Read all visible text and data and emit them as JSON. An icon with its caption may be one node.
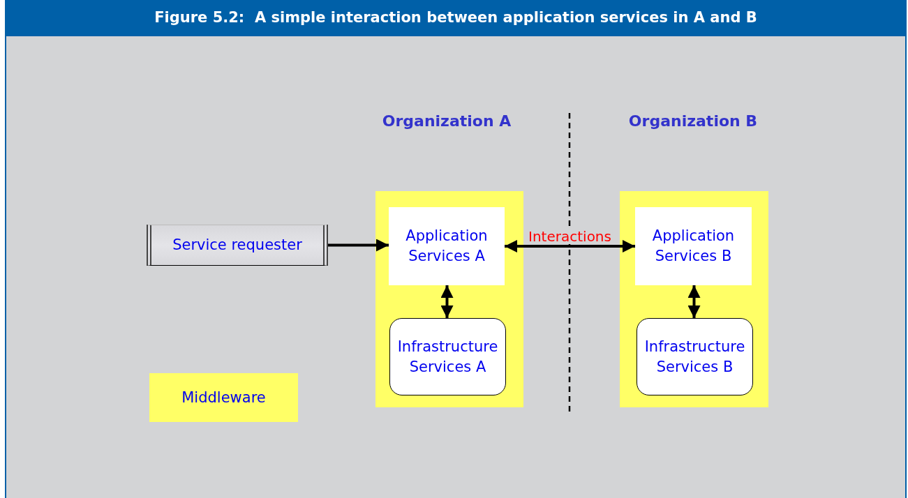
{
  "diagram": {
    "title": "Figure 5.2:  A simple interaction between application services in A and B",
    "nodes": [
      {
        "text": [
          "Service requester"
        ]
      },
      {
        "text": [],
        "shape": "box"
      },
      {
        "text": [
          "Application Services A"
        ],
        "in": 1
      },
      {
        "text": [
          "Infrastructure Services A"
        ],
        "in": 1
      },
      {
        "text": [],
        "shape": "box"
      },
      {
        "text": [
          "Application Services B"
        ],
        "in": 4
      },
      {
        "text": [
          "Infrastructure Services B"
        ],
        "in": 4
      },
      {
        "text": [
          "Middleware"
        ]
      }
    ],
    "edges": [
      {
        "from": 0,
        "to": 2,
        "arrow": "to"
      },
      {
        "from": 2,
        "to": 5,
        "arrow": "both",
        "label": "Interactions"
      },
      {
        "from": 2,
        "to": 3,
        "arrow": "both"
      },
      {
        "from": 5,
        "to": 6,
        "arrow": "both"
      }
    ],
    "labels": [
      "Organization A",
      "Organization B"
    ]
  }
}
